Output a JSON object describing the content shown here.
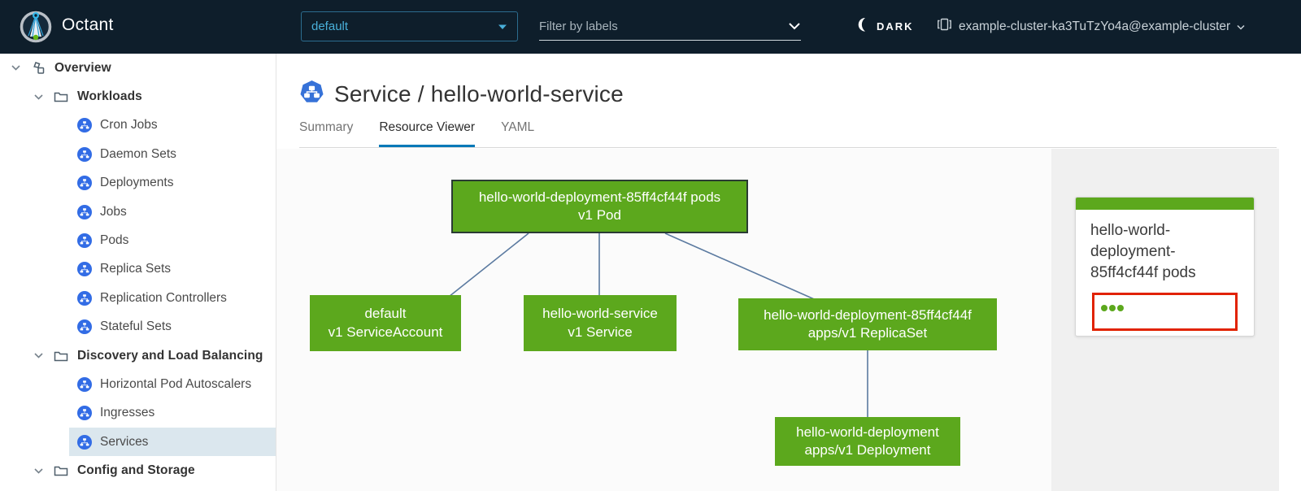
{
  "header": {
    "app_name": "Octant",
    "namespace": {
      "selected": "default"
    },
    "filter": {
      "placeholder": "Filter by labels"
    },
    "theme_toggle_label": "DARK",
    "cluster_label": "example-cluster-ka3TuTzYo4a@example-cluster"
  },
  "sidebar": {
    "items": [
      {
        "label": "Overview",
        "depth": 0,
        "type": "section",
        "icon": "overview-icon",
        "expanded": true
      },
      {
        "label": "Workloads",
        "depth": 1,
        "type": "section",
        "icon": "folder-icon",
        "expanded": true
      },
      {
        "label": "Cron Jobs",
        "depth": 2,
        "type": "resource",
        "icon": "cron-jobs-icon"
      },
      {
        "label": "Daemon Sets",
        "depth": 2,
        "type": "resource",
        "icon": "daemon-sets-icon"
      },
      {
        "label": "Deployments",
        "depth": 2,
        "type": "resource",
        "icon": "deployments-icon"
      },
      {
        "label": "Jobs",
        "depth": 2,
        "type": "resource",
        "icon": "jobs-icon"
      },
      {
        "label": "Pods",
        "depth": 2,
        "type": "resource",
        "icon": "pods-icon"
      },
      {
        "label": "Replica Sets",
        "depth": 2,
        "type": "resource",
        "icon": "replica-sets-icon"
      },
      {
        "label": "Replication Controllers",
        "depth": 2,
        "type": "resource",
        "icon": "replication-controllers-icon"
      },
      {
        "label": "Stateful Sets",
        "depth": 2,
        "type": "resource",
        "icon": "stateful-sets-icon"
      },
      {
        "label": "Discovery and Load Balancing",
        "depth": 1,
        "type": "section",
        "icon": "folder-icon",
        "expanded": true
      },
      {
        "label": "Horizontal Pod Autoscalers",
        "depth": 2,
        "type": "resource",
        "icon": "horizontal-pod-autoscalers-icon"
      },
      {
        "label": "Ingresses",
        "depth": 2,
        "type": "resource",
        "icon": "ingresses-icon"
      },
      {
        "label": "Services",
        "depth": 2,
        "type": "resource",
        "icon": "services-icon",
        "selected": true
      },
      {
        "label": "Config and Storage",
        "depth": 1,
        "type": "section",
        "icon": "folder-icon",
        "expanded": true
      }
    ]
  },
  "main": {
    "title": "Service / hello-world-service",
    "title_icon": "service-icon",
    "tabs": [
      {
        "label": "Summary",
        "active": false
      },
      {
        "label": "Resource Viewer",
        "active": true
      },
      {
        "label": "YAML",
        "active": false
      }
    ]
  },
  "graph": {
    "nodes": [
      {
        "id": "pods",
        "lines": [
          "hello-world-deployment-85ff4cf44f pods",
          "v1 Pod"
        ],
        "selected": true
      },
      {
        "id": "serviceaccount",
        "lines": [
          "default",
          "v1 ServiceAccount"
        ],
        "selected": false
      },
      {
        "id": "service",
        "lines": [
          "hello-world-service",
          "v1 Service"
        ],
        "selected": false
      },
      {
        "id": "replicaset",
        "lines": [
          "hello-world-deployment-85ff4cf44f",
          "apps/v1 ReplicaSet"
        ],
        "selected": false
      },
      {
        "id": "deployment",
        "lines": [
          "hello-world-deployment",
          "apps/v1 Deployment"
        ],
        "selected": false
      }
    ],
    "edges": [
      {
        "from": "pods",
        "to": "serviceaccount"
      },
      {
        "from": "pods",
        "to": "service"
      },
      {
        "from": "pods",
        "to": "replicaset"
      },
      {
        "from": "replicaset",
        "to": "deployment"
      }
    ]
  },
  "detail_panel": {
    "heading": "hello-world-deployment-85ff4cf44f pods",
    "pod_dot_count": 3
  },
  "colors": {
    "header_bg": "#0e1e2b",
    "node_green": "#5ca81d",
    "edge_blue": "#5b7aa0",
    "selection_red": "#e12200",
    "accent_blue": "#49afd9",
    "tab_underline": "#0079b8",
    "k8s_icon_blue": "#326ce5",
    "selected_nav_bg": "#dbe7ee"
  }
}
